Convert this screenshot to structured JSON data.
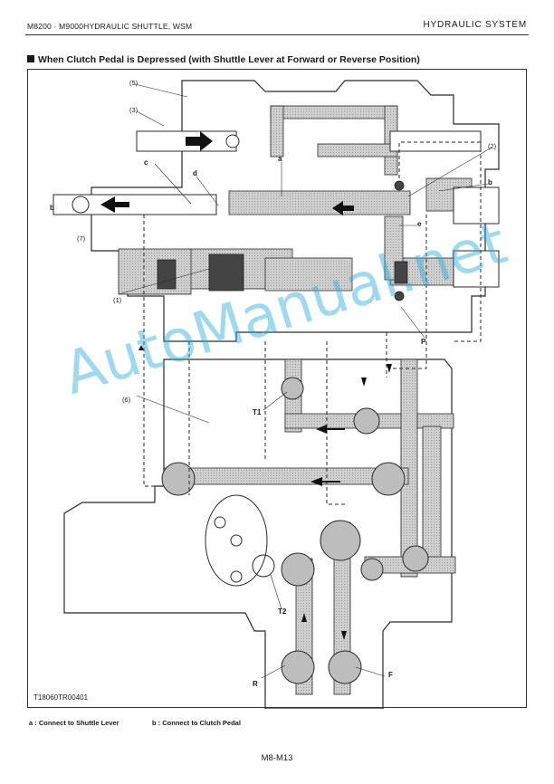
{
  "header": {
    "left": "M8200 · M9000HYDRAULIC  SHUTTLE, WSM",
    "right": "HYDRAULIC  SYSTEM"
  },
  "section_title": "When Clutch Pedal is Depressed (with Shuttle Lever at Forward or Reverse Position)",
  "diagram": {
    "figure_id": "T18060TR00401",
    "labels": {
      "l5": "(5)",
      "l3": "(3)",
      "l2": "(2)",
      "c": "c",
      "d": "d",
      "a": "a",
      "b_left": "b",
      "b_right": "b",
      "l7": "(7)",
      "e": "e",
      "l1": "(1)",
      "p": "P",
      "l6": "(6)",
      "t1": "T1",
      "t2": "T2",
      "r": "R",
      "f": "F"
    }
  },
  "legend": {
    "a": "a :  Connect to Shuttle Lever",
    "b": "b :  Connect to Clutch Pedal"
  },
  "footer": {
    "page": "M8-M13"
  },
  "watermark": "AutoManual.net",
  "colors": {
    "fluid": "#c8c8c8",
    "line": "#2a2a2a",
    "watermark": "#28aadc"
  }
}
